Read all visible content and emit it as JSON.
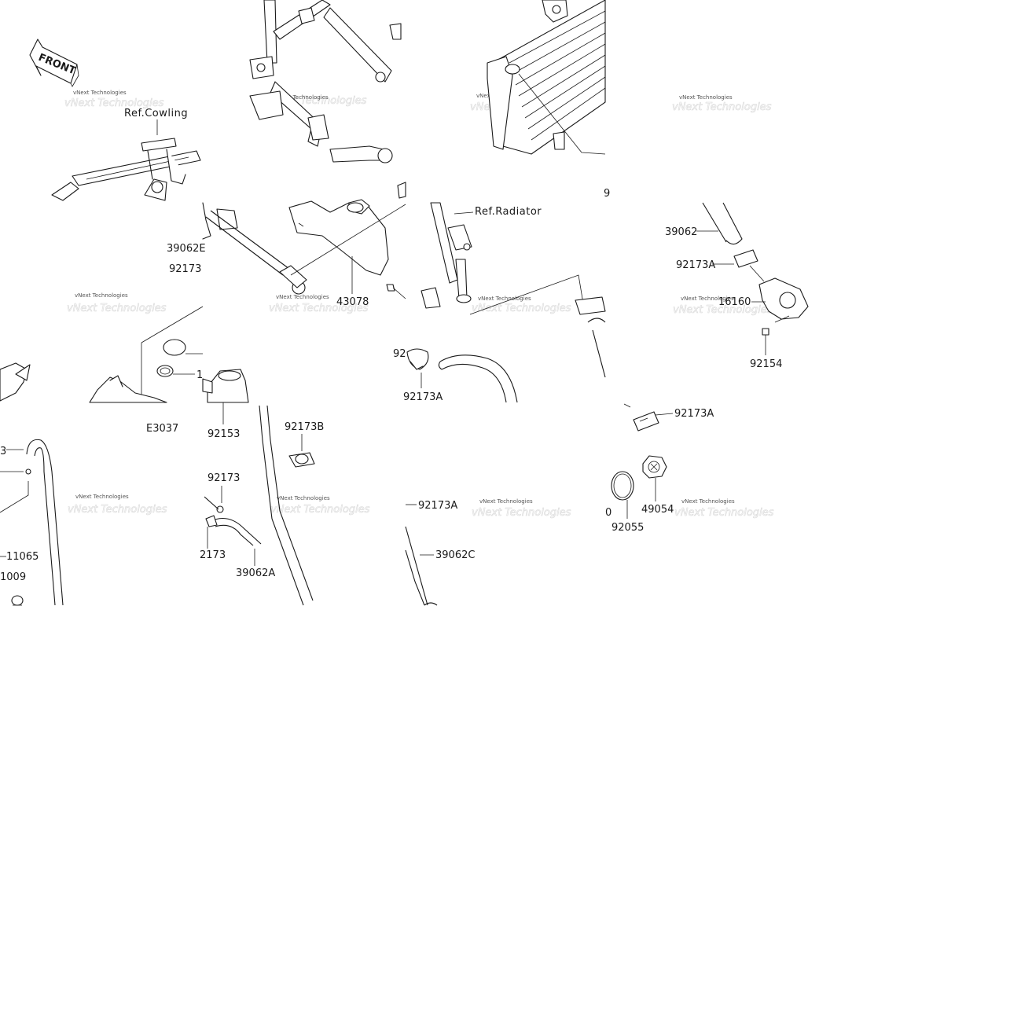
{
  "diagram": {
    "front_arrow": {
      "text": "FRONT"
    },
    "refs": {
      "cowling": "Ref.Cowling",
      "radiator": "Ref.Radiator"
    },
    "labels": {
      "p39062E": "39062E",
      "p92173_a": "92173",
      "p43078": "43078",
      "p92_partial": "92",
      "p92173A_1": "92173A",
      "p39062": "39062",
      "p92173A_2": "92173A",
      "p16160": "16160",
      "p92154": "92154",
      "p1_partial": "1",
      "pE3037": "E3037",
      "p92153": "92153",
      "p92173B": "92173B",
      "p92173_b": "92173",
      "p2173_partial": "2173",
      "p39062A": "39062A",
      "p92173A_3": "92173A",
      "p39062C": "39062C",
      "p92173A_4": "92173A",
      "p92055": "92055",
      "p49054": "49054",
      "p11065": "11065",
      "p1009_partial": "1009",
      "p3_partial": "3",
      "p9_partial": "9",
      "p0_partial": "0"
    },
    "watermark": "vNext Technologies"
  }
}
